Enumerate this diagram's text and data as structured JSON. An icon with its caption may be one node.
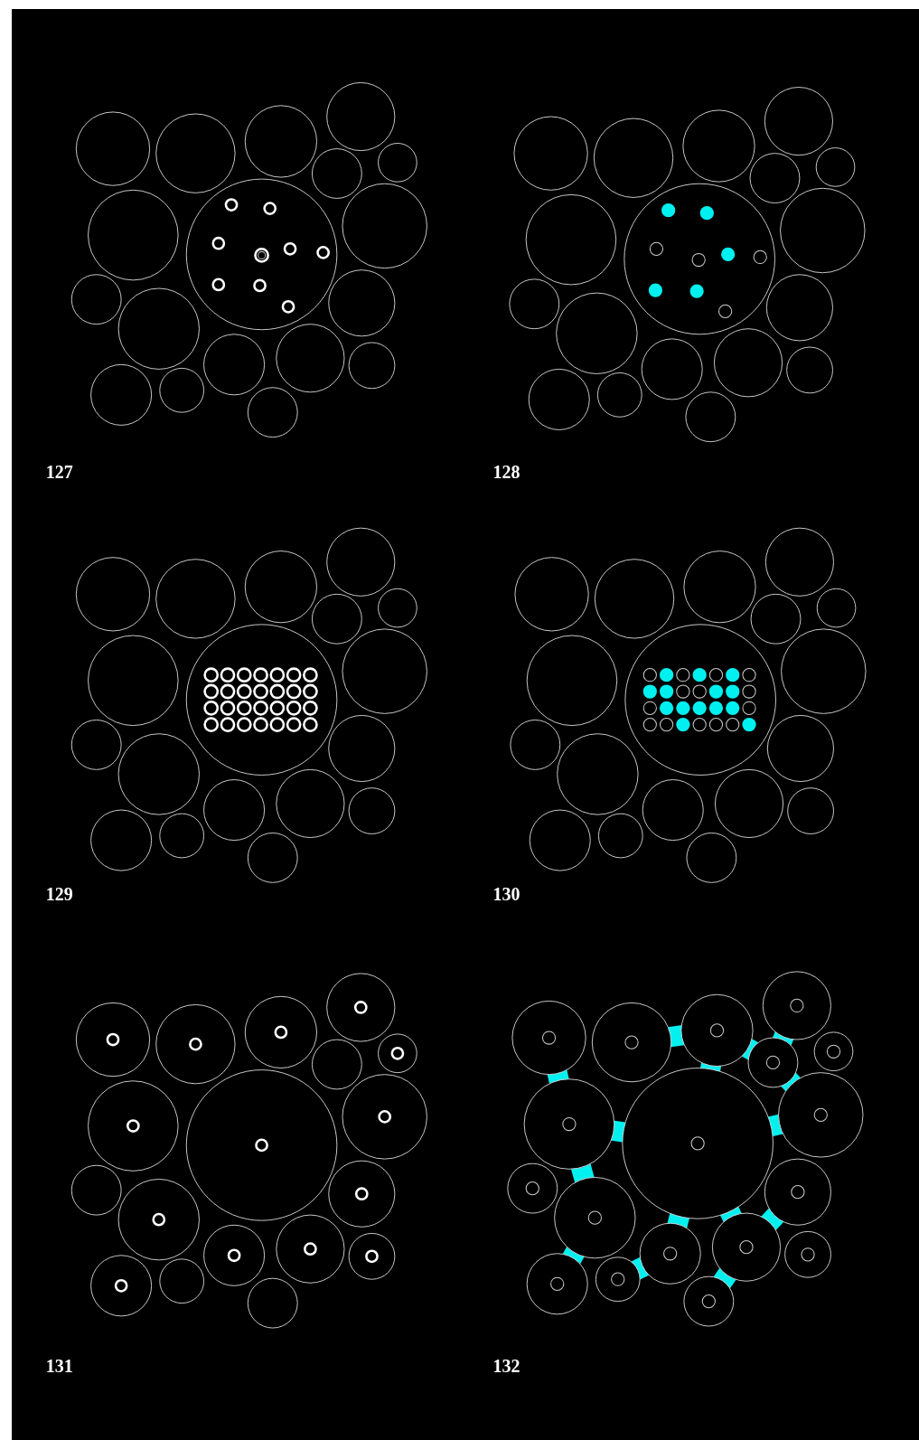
{
  "diagram": {
    "labels": [
      "127",
      "128",
      "129",
      "130",
      "131",
      "132"
    ]
  }
}
